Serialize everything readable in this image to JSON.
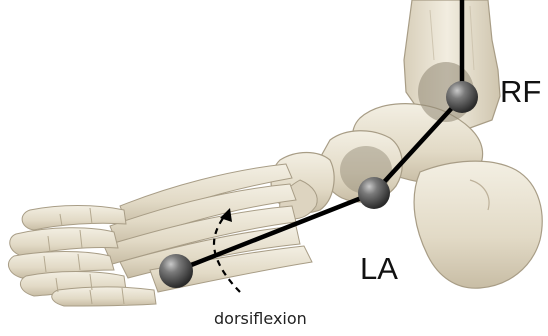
{
  "figure": {
    "labels": {
      "rf": "RF",
      "la": "LA",
      "dorsiflexion": "dorsiflexion"
    },
    "colors": {
      "bone_fill": "#e4ddcb",
      "bone_light": "#f2ede0",
      "bone_shadow": "#b8ad96",
      "bone_outline": "#8f856f",
      "joint_marker": "#5a5a5a",
      "segment_line": "#000000"
    }
  }
}
